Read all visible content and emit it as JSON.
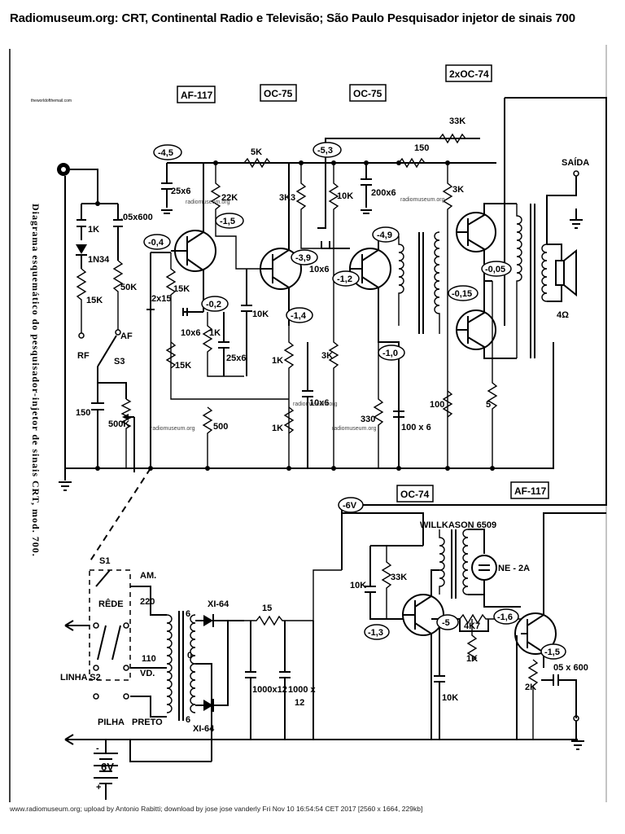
{
  "header": {
    "title": "Radiomuseum.org: CRT, Continental Radio e Televisão; São Paulo Pesquisador injetor de sinais 700"
  },
  "footer": {
    "text": "www.radiomuseum.org; upload by Antonio Rabitti; download by jose jose vanderly Fri Nov 10 16:54:54 CET 2017 [2560 x 1664, 229kb]"
  },
  "diagram": {
    "side_caption": "Diagrama esquemático do pesquisador-injetor de sinais CRT, mod. 700.",
    "small_mark": "theworldofthemail.com",
    "watermark": "radiomuseum.org",
    "tubes": {
      "af117_top": "AF-117",
      "oc75_a": "OC-75",
      "oc75_b": "OC-75",
      "oc74_pair": "2xOC-74",
      "oc74_bottom": "OC-74",
      "af117_bottom": "AF-117"
    },
    "voltages": {
      "v1": "-4,5",
      "v2": "-5,3",
      "v3": "-1,5",
      "v4": "-0,4",
      "v5": "-3,9",
      "v6": "-4,9",
      "v7": "-1,2",
      "v8": "-0,2",
      "v9": "-1,4",
      "v10": "-1,0",
      "v11": "-0,15",
      "v12": "-0,05",
      "v13": "-6V",
      "v14": "-1,3",
      "v15": "-5",
      "v16": "-1,6",
      "v17": "-1,5"
    },
    "components": {
      "c05x600": ".05x600",
      "r1k": "1K",
      "d1n34": "1N34",
      "r15k": "15K",
      "r50k": "50K",
      "rf": "RF",
      "af": "AF",
      "s3": "S3",
      "c150": "150",
      "p500k": "500K",
      "c25x6": "25x6",
      "r22k": "22K",
      "r5k": "5K",
      "r3k3": "3K3",
      "r10k_a": "10K",
      "c200x6": "200x6",
      "r150": "150",
      "r3k": "3K",
      "r33k_top": "33K",
      "saida": "SAÍDA",
      "c2x15": "2x15",
      "r15k_b": "15K",
      "c10x6_a": "10x6",
      "r1k_b": "1K",
      "c25x6_b": "25x6",
      "r15k_c": "15K",
      "c10k_a": "10K",
      "c10x6_b": "10x6",
      "r1k_c": "1K",
      "r1k_d": "1K",
      "c10x6_c": "10x6",
      "r3k_b": "3K",
      "r330": "330",
      "c100x6": "100 x 6",
      "r100": "100",
      "r5": "5",
      "r500": "500",
      "spk": "4Ω"
    },
    "psu": {
      "s1": "S1",
      "rede": "RÊDE",
      "am": "AM.",
      "v220": "220",
      "v110": "110",
      "vd": "VD.",
      "linha": "LINHA S2",
      "pilha": "PILHA",
      "preto": "PRETO",
      "x164_a": "XI-64",
      "x164_b": "XI-64",
      "t6a": "6",
      "t0": "0",
      "t6b": "6",
      "r15": "15",
      "c1000a": "1000x12",
      "c1000b": "1000 x",
      "c1000b2": "12",
      "bat_minus": "-",
      "bat": "6V",
      "bat_plus": "+",
      "willkason": "WILLKASON 6509",
      "ne2a": "NE - 2A",
      "c10k_b": "10K",
      "r33k_b": "33K",
      "r4k7": "4K7",
      "r1k_e": "1K",
      "c10k_c": "10K",
      "p2k": "2K",
      "c05x600_b": "05 x 600"
    }
  }
}
